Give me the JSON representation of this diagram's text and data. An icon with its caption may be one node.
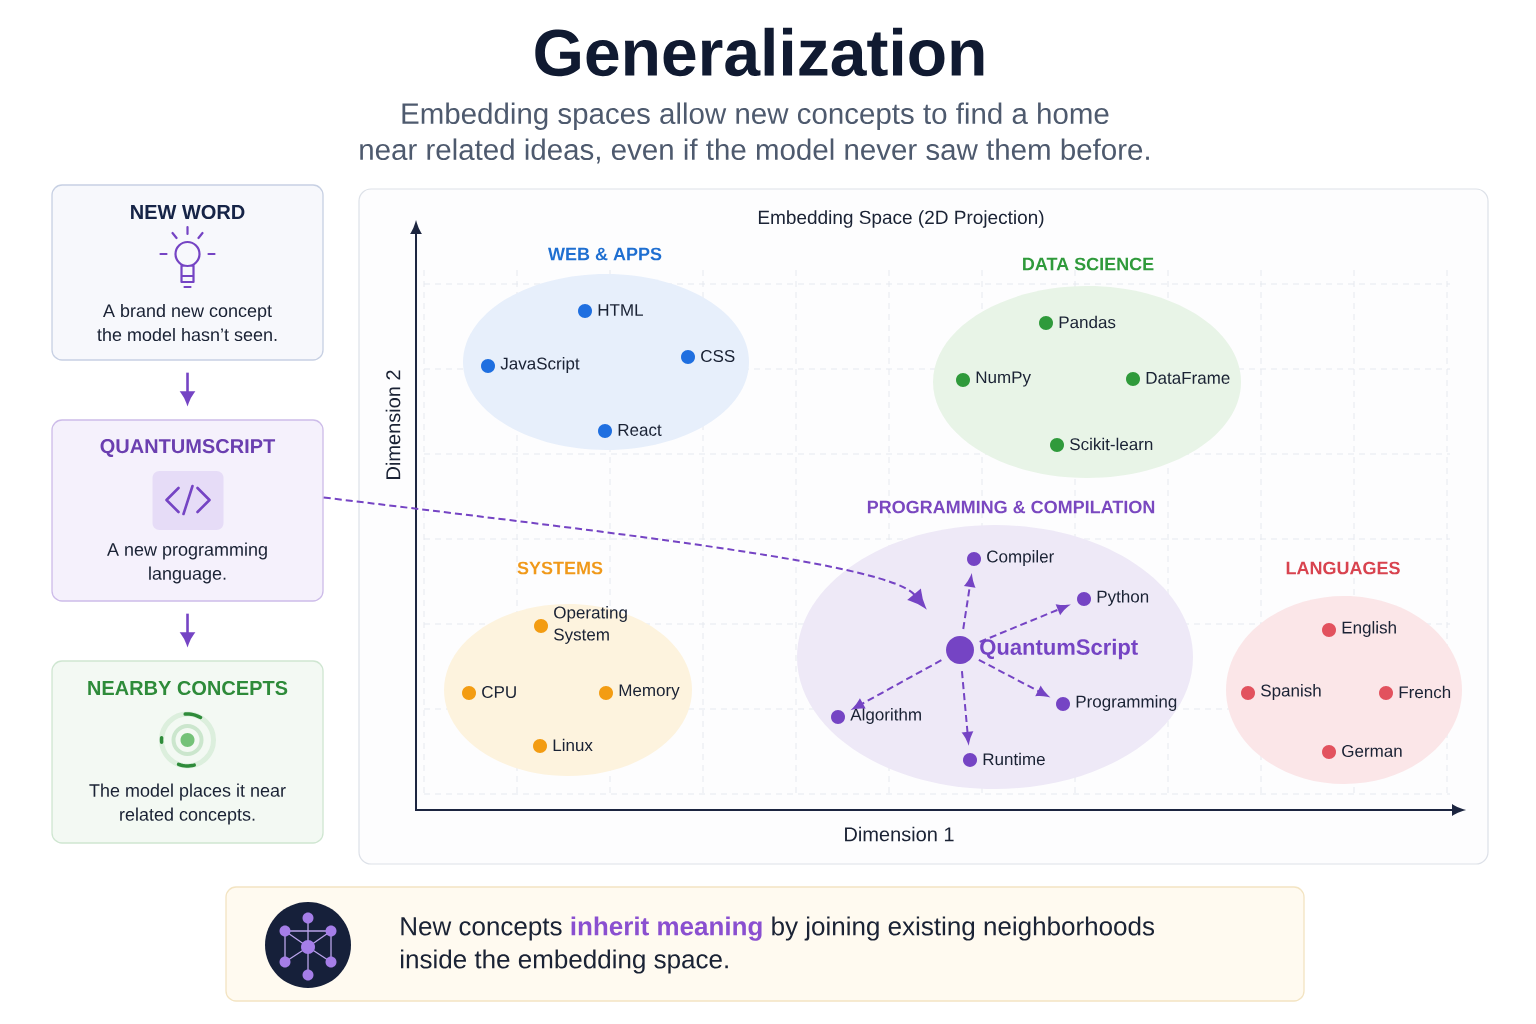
{
  "diagram": {
    "title": "Generalization",
    "nodes": [
      {
        "text": [
          "NEW WORD",
          "A brand new concept the model hasn’t seen."
        ]
      },
      {
        "text": [
          "QUANTUMSCRIPT",
          "A new programming language."
        ]
      },
      {
        "text": [
          "NEARBY CONCEPTS",
          "The model places it near related concepts."
        ]
      },
      {
        "text": [
          "Embedding Space (2D Projection)"
        ]
      },
      {
        "text": [
          "WEB & APPS"
        ],
        "in": 3
      },
      {
        "text": [
          "HTML"
        ],
        "in": 4
      },
      {
        "text": [
          "JavaScript"
        ],
        "in": 4
      },
      {
        "text": [
          "CSS"
        ],
        "in": 4
      },
      {
        "text": [
          "React"
        ],
        "in": 4
      },
      {
        "text": [
          "DATA SCIENCE"
        ],
        "in": 3
      },
      {
        "text": [
          "Pandas"
        ],
        "in": 9
      },
      {
        "text": [
          "NumPy"
        ],
        "in": 9
      },
      {
        "text": [
          "DataFrame"
        ],
        "in": 9
      },
      {
        "text": [
          "Scikit-learn"
        ],
        "in": 9
      },
      {
        "text": [
          "SYSTEMS"
        ],
        "in": 3
      },
      {
        "text": [
          "Operating System"
        ],
        "in": 14
      },
      {
        "text": [
          "CPU"
        ],
        "in": 14
      },
      {
        "text": [
          "Memory"
        ],
        "in": 14
      },
      {
        "text": [
          "Linux"
        ],
        "in": 14
      },
      {
        "text": [
          "PROGRAMMING & COMPILATION"
        ],
        "in": 3
      },
      {
        "text": [
          "Compiler"
        ],
        "in": 19
      },
      {
        "text": [
          "Python"
        ],
        "in": 19
      },
      {
        "text": [
          "QuantumScript"
        ],
        "in": 19
      },
      {
        "text": [
          "Algorithm"
        ],
        "in": 19
      },
      {
        "text": [
          "Programming"
        ],
        "in": 19
      },
      {
        "text": [
          "Runtime"
        ],
        "in": 19
      },
      {
        "text": [
          "LANGUAGES"
        ],
        "in": 3
      },
      {
        "text": [
          "English"
        ],
        "in": 26
      },
      {
        "text": [
          "Spanish"
        ],
        "in": 26
      },
      {
        "text": [
          "French"
        ],
        "in": 26
      },
      {
        "text": [
          "German"
        ],
        "in": 26
      },
      {
        "text": [
          "New concepts **inherit meaning** by joining existing neighborhoods inside the embedding space."
        ]
      }
    ],
    "edges": [
      {
        "from": 0,
        "to": 1,
        "arrow": "to"
      },
      {
        "from": 1,
        "to": 2,
        "arrow": "to"
      },
      {
        "from": 1,
        "to": 22,
        "arrow": "to",
        "style": "dashed"
      },
      {
        "from": 22,
        "to": 20,
        "arrow": "to",
        "style": "dashed"
      },
      {
        "from": 22,
        "to": 21,
        "arrow": "to",
        "style": "dashed"
      },
      {
        "from": 22,
        "to": 24,
        "arrow": "to",
        "style": "dashed"
      },
      {
        "from": 22,
        "to": 25,
        "arrow": "to",
        "style": "dashed"
      },
      {
        "from": 22,
        "to": 23,
        "arrow": "to",
        "style": "dashed"
      }
    ],
    "labels": [
      "Embedding spaces allow new concepts to find a home near related ideas, even if the model never saw them before.",
      "Dimension 2",
      "Dimension 1"
    ]
  }
}
